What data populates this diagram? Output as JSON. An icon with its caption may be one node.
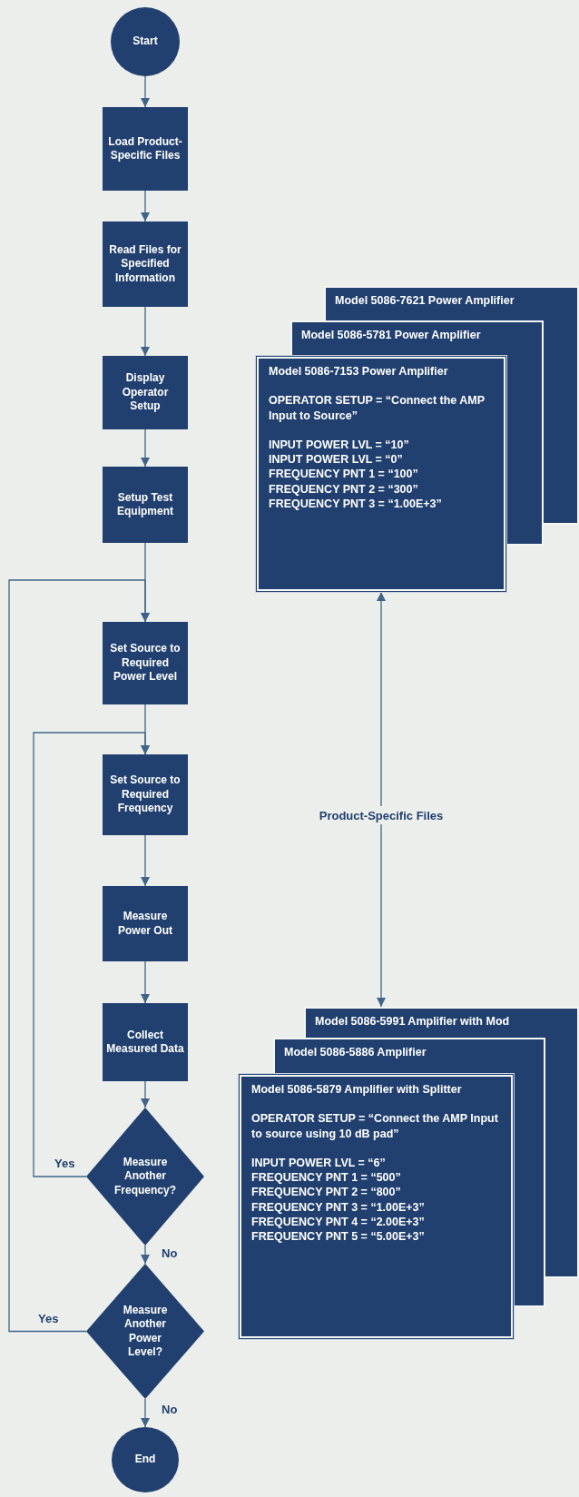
{
  "diagram": {
    "nodes": [
      {
        "text": [
          "Start"
        ]
      },
      {
        "text": [
          "Load Product-Specific Files"
        ]
      },
      {
        "text": [
          "Read Files for Specified Information"
        ]
      },
      {
        "text": [
          "Display Operator Setup"
        ]
      },
      {
        "text": [
          "Setup Test Equipment"
        ]
      },
      {
        "text": [
          "Set Source to Required Power Level"
        ]
      },
      {
        "text": [
          "Set Source to Required Frequency"
        ]
      },
      {
        "text": [
          "Measure Power Out"
        ]
      },
      {
        "text": [
          "Collect Measured Data"
        ]
      },
      {
        "text": [
          "Measure Another Frequency?"
        ]
      },
      {
        "text": [
          "Measure Another Power Level?"
        ]
      },
      {
        "text": [
          "End"
        ]
      },
      {
        "text": [
          "Model 5086-7621 Power Amplifier"
        ]
      },
      {
        "text": [
          "Model 5086-5781 Power Amplifier"
        ]
      },
      {
        "text": [
          "Model 5086-7153 Power Amplifier",
          "OPERATOR SETUP = “Connect the AMP Input to Source”",
          "INPUT POWER LVL = “10”",
          "INPUT POWER LVL = “0”",
          "FREQUENCY PNT 1 = “100”",
          "FREQUENCY PNT 2 = “300”",
          "FREQUENCY PNT 3 = “1.00E+3”"
        ]
      },
      {
        "text": [
          "Product-Specific Files"
        ]
      },
      {
        "text": [
          "Model 5086-5991 Amplifier with Mod"
        ]
      },
      {
        "text": [
          "Model 5086-5886 Amplifier"
        ]
      },
      {
        "text": [
          "Model 5086-5879 Amplifier with Splitter",
          "OPERATOR SETUP = “Connect the AMP Input to source using 10 dB pad”",
          "INPUT POWER LVL = “6”",
          "FREQUENCY PNT 1 = “500”",
          "FREQUENCY PNT 2 = “800”",
          "FREQUENCY PNT 3 = “1.00E+3”",
          "FREQUENCY PNT 4 = “2.00E+3”",
          "FREQUENCY PNT 5 = “5.00E+3”"
        ]
      }
    ],
    "edges": [
      {
        "from": 0,
        "to": 1,
        "arrow": "to"
      },
      {
        "from": 1,
        "to": 2,
        "arrow": "to"
      },
      {
        "from": 2,
        "to": 3,
        "arrow": "to"
      },
      {
        "from": 3,
        "to": 4,
        "arrow": "to"
      },
      {
        "from": 4,
        "to": 5,
        "arrow": "to"
      },
      {
        "from": 5,
        "to": 6,
        "arrow": "to"
      },
      {
        "from": 6,
        "to": 7,
        "arrow": "to"
      },
      {
        "from": 7,
        "to": 8,
        "arrow": "to"
      },
      {
        "from": 8,
        "to": 9,
        "arrow": "to"
      },
      {
        "from": 9,
        "to": 6,
        "arrow": "to",
        "label": "Yes"
      },
      {
        "from": 9,
        "to": 10,
        "arrow": "to",
        "label": "No"
      },
      {
        "from": 10,
        "to": 5,
        "arrow": "to",
        "label": "Yes"
      },
      {
        "from": 10,
        "to": 11,
        "arrow": "to",
        "label": "No"
      },
      {
        "from": 15,
        "to": 14,
        "arrow": "to"
      },
      {
        "from": 15,
        "to": 16,
        "arrow": "to"
      }
    ]
  }
}
